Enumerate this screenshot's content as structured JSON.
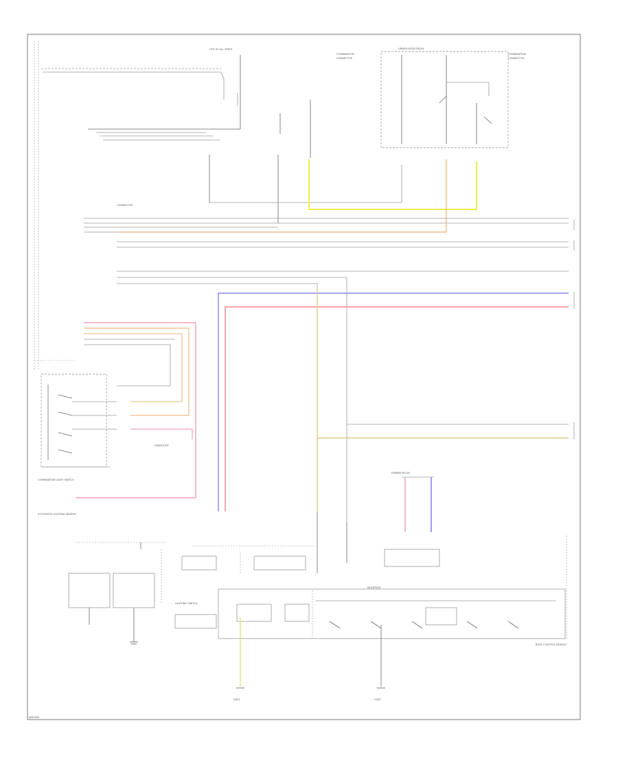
{
  "labels": {
    "fuse_top": "HOT AT ALL TIMES",
    "underhood_relay": "UNDER-HOOD RELAY",
    "combination_switch_left": "COMBINATION LIGHT SWITCH",
    "auto_lighting_sensor": "AUTOMATIC LIGHTING SENSOR",
    "lighting_switch_module": "LIGHTING SWITCH",
    "dimmer_relay": "DIMMER RELAY",
    "headlight_label": "HEADLIGHT",
    "body_control": "BODY CONTROL MODULE",
    "multiplex": "MULTIPLEX",
    "ground_left": "G401",
    "ground_right": "G402",
    "footer_code": "WD0000"
  },
  "wire_colors": {
    "yellow": "#f2ea4a",
    "orange": "#f5b98a",
    "blue": "#6f6ff0",
    "red": "#f07070",
    "pink": "#f3a0b8",
    "tan": "#e6c68a",
    "gray": "#a5a5a5",
    "purple": "#a89ad8"
  }
}
